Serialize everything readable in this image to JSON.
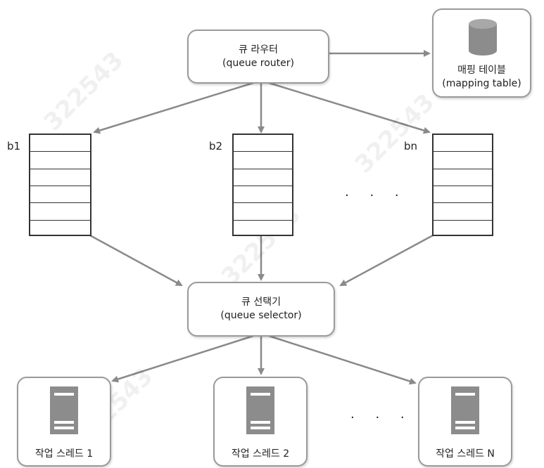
{
  "router": {
    "line1": "큐 라우터",
    "line2": "(queue router)"
  },
  "mapping": {
    "line1": "매핑 테이블",
    "line2": "(mapping table)",
    "icon": "database-icon"
  },
  "queues": [
    {
      "label": "b1",
      "slots": 6
    },
    {
      "label": "b2",
      "slots": 6
    },
    {
      "label": "bn",
      "slots": 6
    }
  ],
  "queue_ellipsis": "· · ·",
  "selector": {
    "line1": "큐 선택기",
    "line2": "(queue selector)"
  },
  "workers": [
    {
      "label": "작업 스레드 1",
      "icon": "server-icon"
    },
    {
      "label": "작업 스레드 2",
      "icon": "server-icon"
    },
    {
      "label": "작업 스레드 N",
      "icon": "server-icon"
    }
  ],
  "worker_ellipsis": "· · ·",
  "watermark": "322543",
  "colors": {
    "arrow": "#8a8a8a",
    "node_border": "#9a9a9a",
    "icon": "#8c8c8c",
    "queue_border": "#333333"
  }
}
